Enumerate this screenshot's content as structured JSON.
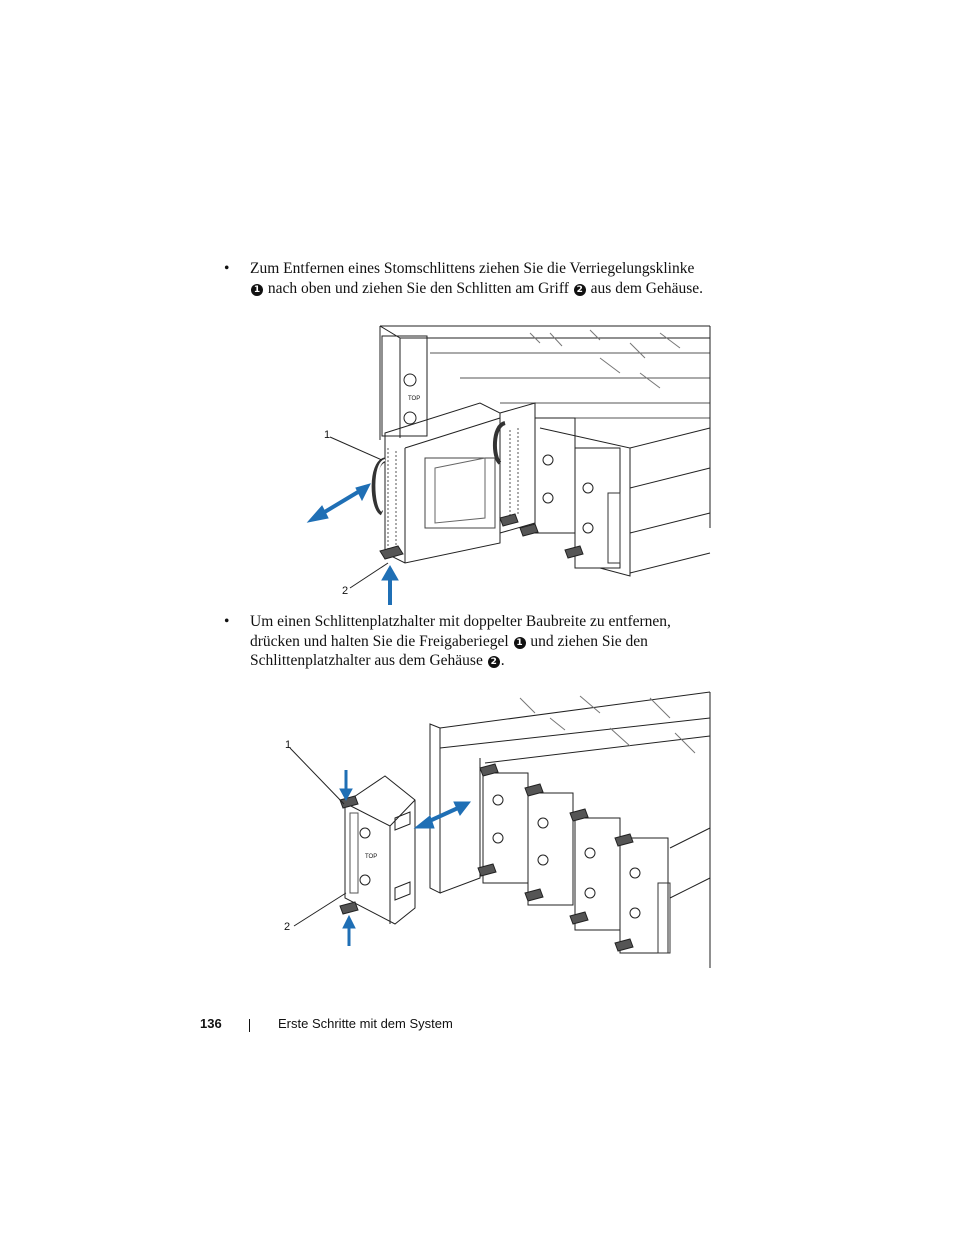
{
  "bullet1": {
    "symbol": "•",
    "line1": "Zum Entfernen eines Stomschlittens ziehen Sie die Verriegelungsklinke",
    "line2_a": "nach oben und ziehen Sie den Schlitten am Griff",
    "line2_b": "aus dem Gehäuse.",
    "marker1": "1",
    "marker2": "2"
  },
  "bullet2": {
    "symbol": "•",
    "line1": "Um einen Schlittenplatzhalter mit doppelter Baubreite zu entfernen,",
    "line2_a": "drücken und halten Sie die Freigaberiegel",
    "line2_b": "und ziehen Sie den",
    "line3_a": "Schlittenplatzhalter aus dem Gehäuse",
    "line3_b": ".",
    "marker1": "1",
    "marker2": "2"
  },
  "figure1": {
    "callouts": [
      "2",
      "1"
    ],
    "top_label": "TOP"
  },
  "figure2": {
    "callouts": [
      "1",
      "2"
    ],
    "top_label": "TOP"
  },
  "footer": {
    "page_number": "136",
    "section_title": "Erste Schritte mit dem System"
  },
  "colors": {
    "arrow": "#1f6fb5",
    "line": "#222222"
  }
}
